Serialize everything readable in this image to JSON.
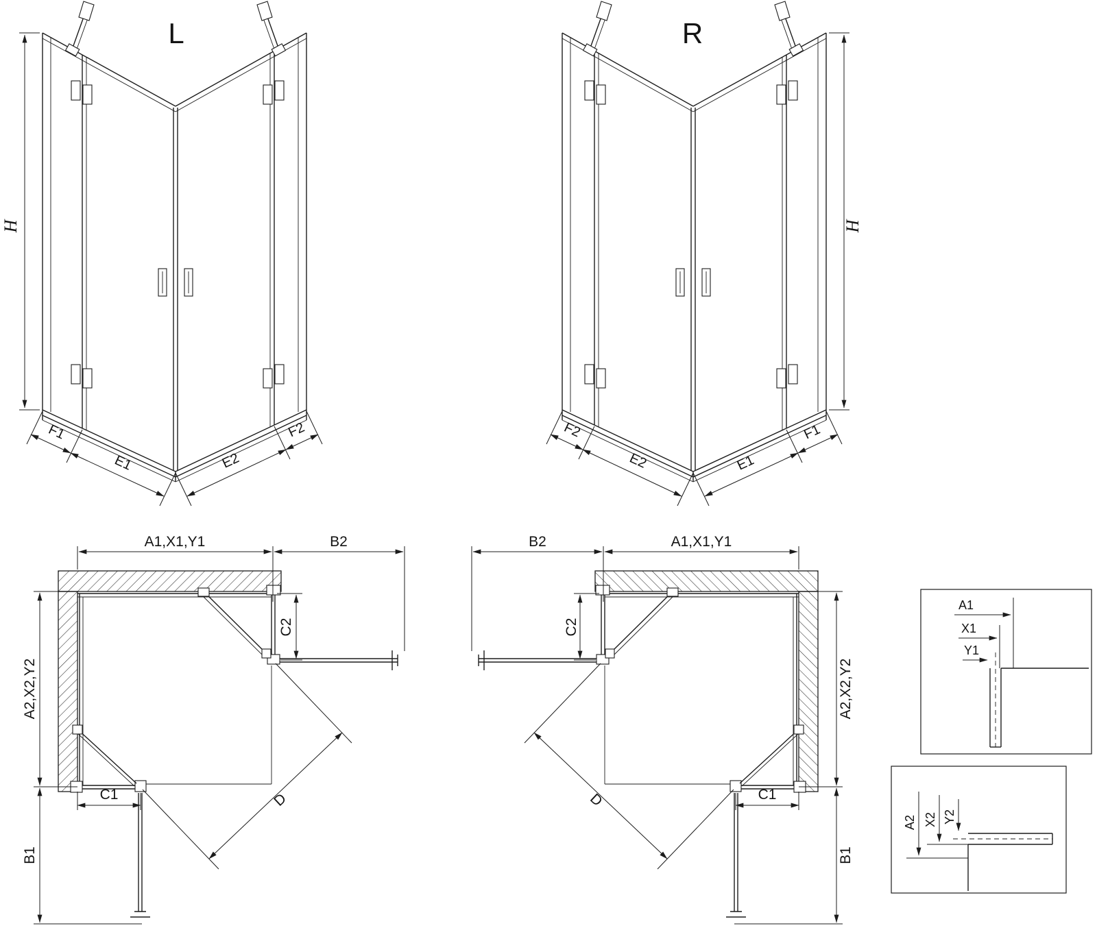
{
  "drawing": {
    "iso_left": {
      "title": "L",
      "h": "H",
      "f1": "F1",
      "e1": "E1",
      "e2": "E2",
      "f2": "F2"
    },
    "iso_right": {
      "title": "R",
      "h": "H",
      "f1": "F1",
      "e1": "E1",
      "e2": "E2",
      "f2": "F2"
    },
    "plan_left": {
      "a1": "A1,X1,Y1",
      "b2": "B2",
      "c2": "C2",
      "a2": "A2,X2,Y2",
      "c1": "C1",
      "b1": "B1",
      "d": "D"
    },
    "plan_right": {
      "a1": "A1,X1,Y1",
      "b2": "B2",
      "c2": "C2",
      "a2": "A2,X2,Y2",
      "c1": "C1",
      "b1": "B1",
      "d": "D"
    },
    "detail_top": {
      "a1": "A1",
      "x1": "X1",
      "y1": "Y1"
    },
    "detail_bottom": {
      "a2": "A2",
      "x2": "X2",
      "y2": "Y2"
    }
  }
}
